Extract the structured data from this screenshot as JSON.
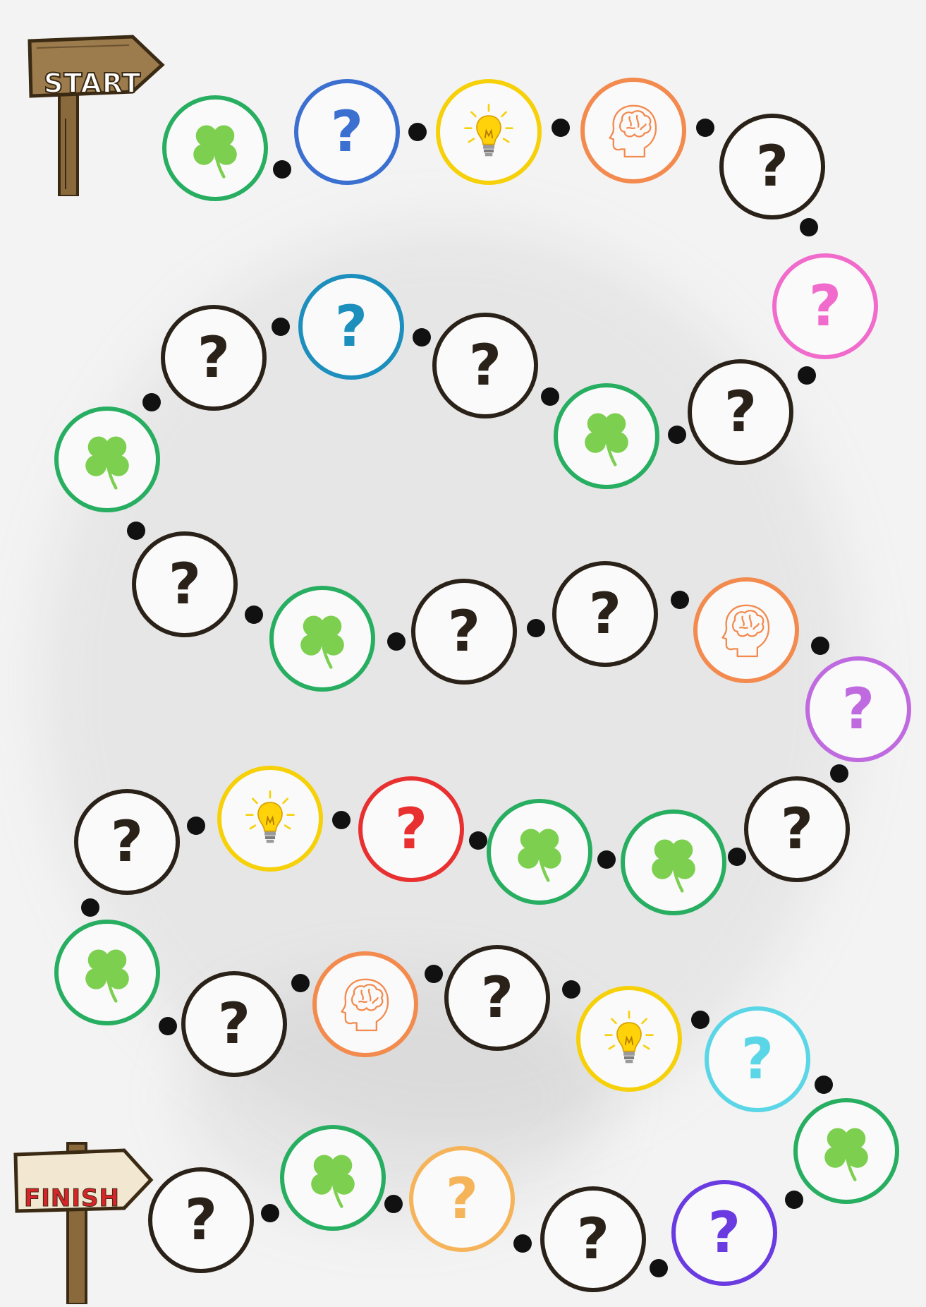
{
  "start_sign": {
    "label": "START",
    "color": "#ffffff"
  },
  "finish_sign": {
    "label": "FINISH",
    "color": "#d6252a"
  },
  "spaces": [
    {
      "kind": "clover",
      "color": "#27ae60"
    },
    {
      "kind": "question",
      "color": "#3b6fd0"
    },
    {
      "kind": "lightbulb",
      "color": "#f6d10a"
    },
    {
      "kind": "brain",
      "color": "#f38a4e"
    },
    {
      "kind": "question",
      "color": "#2a2218"
    },
    {
      "kind": "question",
      "color": "#f06bcb"
    },
    {
      "kind": "question",
      "color": "#2a2218"
    },
    {
      "kind": "clover",
      "color": "#27ae60"
    },
    {
      "kind": "question",
      "color": "#2a2218"
    },
    {
      "kind": "question",
      "color": "#1c8fbd"
    },
    {
      "kind": "question",
      "color": "#2a2218"
    },
    {
      "kind": "clover",
      "color": "#27ae60"
    },
    {
      "kind": "question",
      "color": "#2a2218"
    },
    {
      "kind": "clover",
      "color": "#27ae60"
    },
    {
      "kind": "question",
      "color": "#2a2218"
    },
    {
      "kind": "question",
      "color": "#2a2218"
    },
    {
      "kind": "brain",
      "color": "#f38a4e"
    },
    {
      "kind": "question",
      "color": "#c06ae0"
    },
    {
      "kind": "question",
      "color": "#2a2218"
    },
    {
      "kind": "clover",
      "color": "#27ae60"
    },
    {
      "kind": "clover",
      "color": "#27ae60"
    },
    {
      "kind": "question",
      "color": "#e83030"
    },
    {
      "kind": "lightbulb",
      "color": "#f6d10a"
    },
    {
      "kind": "question",
      "color": "#2a2218"
    },
    {
      "kind": "clover",
      "color": "#27ae60"
    },
    {
      "kind": "question",
      "color": "#2a2218"
    },
    {
      "kind": "brain",
      "color": "#f38a4e"
    },
    {
      "kind": "question",
      "color": "#2a2218"
    },
    {
      "kind": "lightbulb",
      "color": "#f6d10a"
    },
    {
      "kind": "question",
      "color": "#5bd6e6"
    },
    {
      "kind": "clover",
      "color": "#27ae60"
    },
    {
      "kind": "question",
      "color": "#6a3be0"
    },
    {
      "kind": "question",
      "color": "#2a2218"
    },
    {
      "kind": "question",
      "color": "#f6b45a"
    },
    {
      "kind": "clover",
      "color": "#27ae60"
    },
    {
      "kind": "question",
      "color": "#2a2218"
    }
  ]
}
